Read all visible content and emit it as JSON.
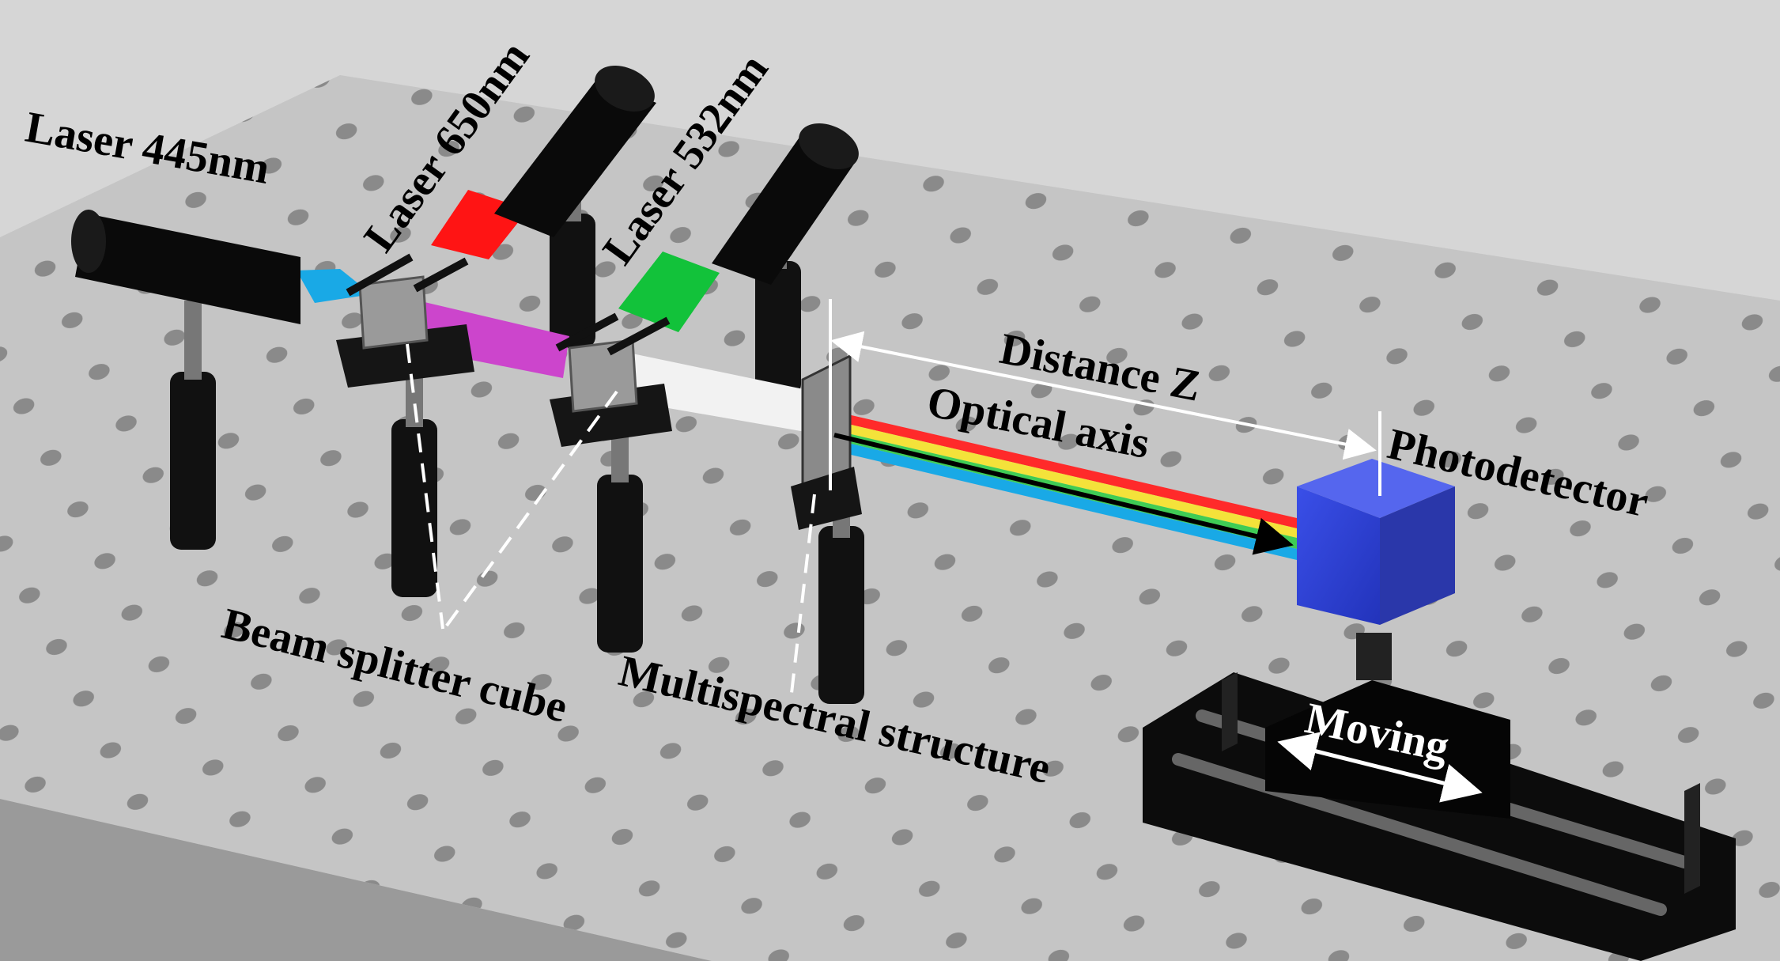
{
  "labels": {
    "laser_445": "Laser 445nm",
    "laser_650": "Laser 650nm",
    "laser_532": "Laser 532nm",
    "distance": "Distance Z",
    "optical_axis": "Optical axis",
    "photodetector": "Photodetector",
    "beam_splitter": "Beam splitter cube",
    "multispectral": "Multispectral structure",
    "moving": "Moving"
  },
  "colors": {
    "background": "#d6d6d6",
    "table_top": "#c5c5c5",
    "table_edge": "#9a9a9a",
    "table_hole": "#8a8a8a",
    "laser_body": "#0a0a0a",
    "beam_445": "#19a9e6",
    "beam_650": "#ff1414",
    "beam_532": "#12c23a",
    "beam_combined_1": "#cc45cc",
    "beam_combined_2": "#f2f2f2",
    "photodetector": "#3344dd",
    "label_dark": "#000000",
    "label_light": "#ffffff"
  }
}
